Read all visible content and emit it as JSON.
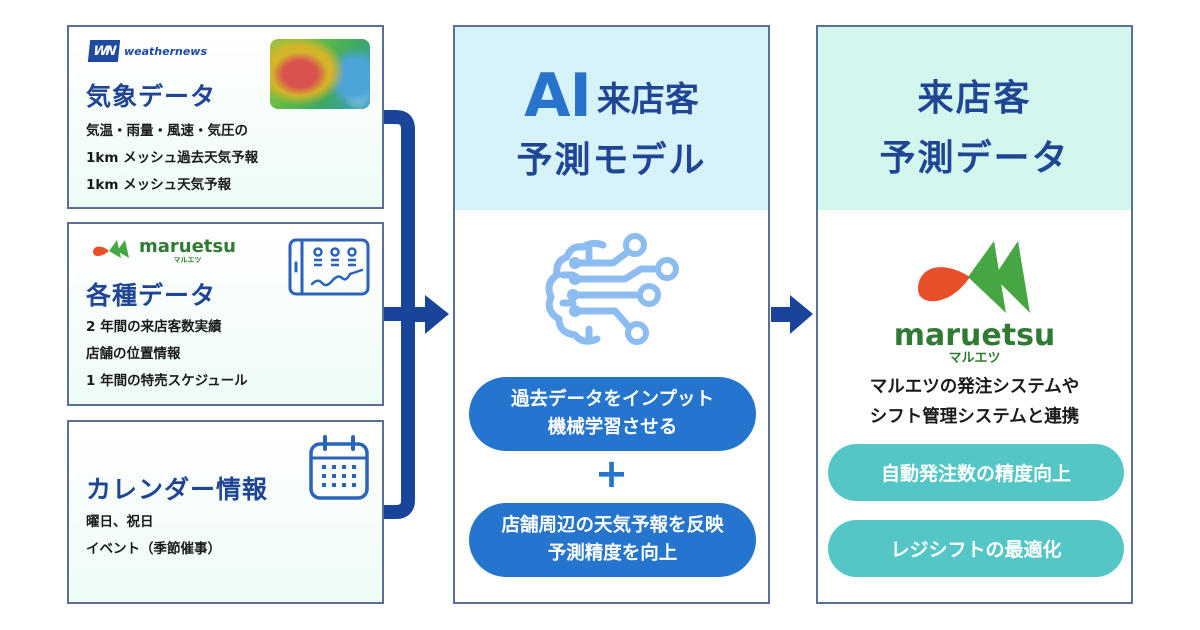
{
  "sources": [
    {
      "brand": {
        "mark": "WN",
        "name": "weathernews"
      },
      "title": "気象データ",
      "lines": [
        "気温・雨量・風速・気圧の",
        "1km メッシュ過去天気予報",
        "1km メッシュ天気予報"
      ],
      "image": "weather-map"
    },
    {
      "brand": {
        "name": "maruetsu",
        "kana": "マルエツ"
      },
      "title": "各種データ",
      "lines": [
        "2 年間の来店客数実績",
        "店舗の位置情報",
        "1 年間の特売スケジュール"
      ],
      "icon": "tablet-dashboard-icon"
    },
    {
      "title": "カレンダー情報",
      "lines": [
        "曜日、祝日",
        "イベント（季節催事）"
      ],
      "icon": "calendar-icon"
    }
  ],
  "model": {
    "title_ai": "AI",
    "title_line1": "来店客",
    "title_line2": "予測モデル",
    "icon": "ai-brain-circuit-icon",
    "steps": [
      {
        "line1": "過去データをインプット",
        "line2": "機械学習させる"
      },
      {
        "line1": "店舗周辺の天気予報を反映",
        "line2": "予測精度を向上"
      }
    ],
    "plus": "+"
  },
  "output": {
    "title_line1": "来店客",
    "title_line2": "予測データ",
    "brand": {
      "name": "maruetsu",
      "kana": "マルエツ"
    },
    "desc_line1": "マルエツの発注システムや",
    "desc_line2": "シフト管理システムと連携",
    "results": [
      "自動発注数の精度向上",
      "レジシフトの最適化"
    ]
  },
  "colors": {
    "navy": "#1f4594",
    "arrow": "#1a449a",
    "blue_pill": "#2575cf",
    "teal_pill": "#55c6c6",
    "brand_green": "#2f7b33",
    "brand_orange": "#e8502b",
    "model_head_bg": "#d6f3fb",
    "output_head_bg": "#d3f6ee"
  }
}
